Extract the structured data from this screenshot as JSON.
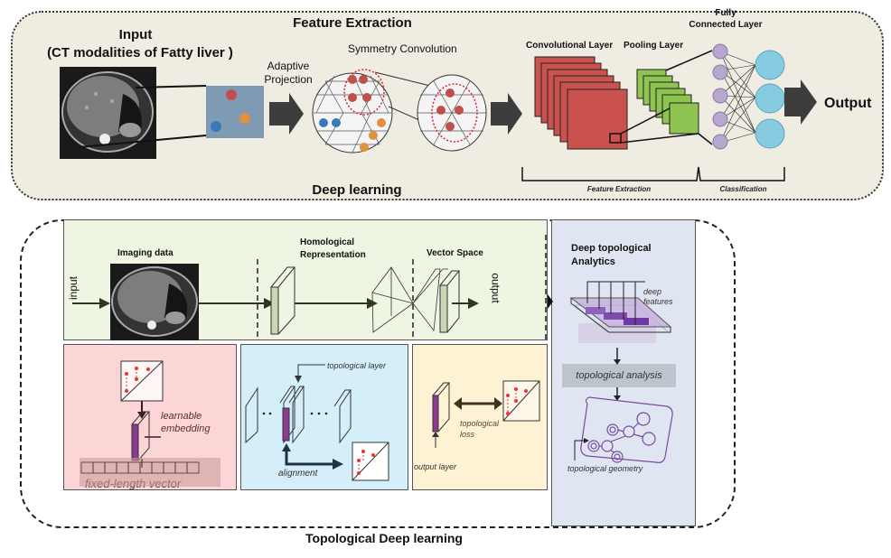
{
  "top_section": {
    "title": "Feature Extraction",
    "footer": "Deep learning",
    "input_title": "Input",
    "input_subtitle": "(CT modalities of Fatty liver )",
    "adaptive_projection": [
      "Adaptive",
      "Projection"
    ],
    "symmetry_convolution": "Symmetry Convolution",
    "convolutional_layer": "Convolutional Layer",
    "pooling_layer": "Pooling Layer",
    "fully_connected_layer": [
      "Fully",
      "Connected Layer"
    ],
    "output": "Output",
    "bracket_feature_extraction": "Feature Extraction",
    "bracket_classification": "Classification",
    "colors": {
      "panel_bg": "#efece2",
      "conv_red": "#c9524e",
      "pool_green": "#8fc453",
      "fc_purple": "#b7a7cf",
      "out_cyan": "#86cbe0"
    }
  },
  "bottom_section": {
    "footer": "Topological Deep learning",
    "pipeline": {
      "imaging_data": "Imaging data",
      "input_label": "input",
      "homological": [
        "Homological",
        "Representation"
      ],
      "vector_space": "Vector Space",
      "output_label": "output"
    },
    "learnable_panel": {
      "learnable_embedding": [
        "learnable",
        "embedding"
      ],
      "fixed_length_vector": "fixed-length vector"
    },
    "alignment_panel": {
      "topological_layer": "topological layer",
      "alignment": "alignment"
    },
    "loss_panel": {
      "topological_loss": [
        "topological",
        "loss"
      ],
      "output_layer": "output layer"
    },
    "analytics_panel": {
      "title": [
        "Deep topological",
        "Analytics"
      ],
      "deep_features": [
        "deep",
        "features"
      ],
      "topological_analysis": "topological analysis",
      "topological_geometry": [
        "topological",
        "geometry"
      ]
    },
    "colors": {
      "pipeline_bg": "#eef5e2",
      "learnable_bg": "#fcd6d6",
      "alignment_bg": "#d4eff9",
      "loss_bg": "#fdf2d4",
      "analytics_bg": "#dfe6f2",
      "embedding_purple": "#8b3a8f"
    }
  }
}
